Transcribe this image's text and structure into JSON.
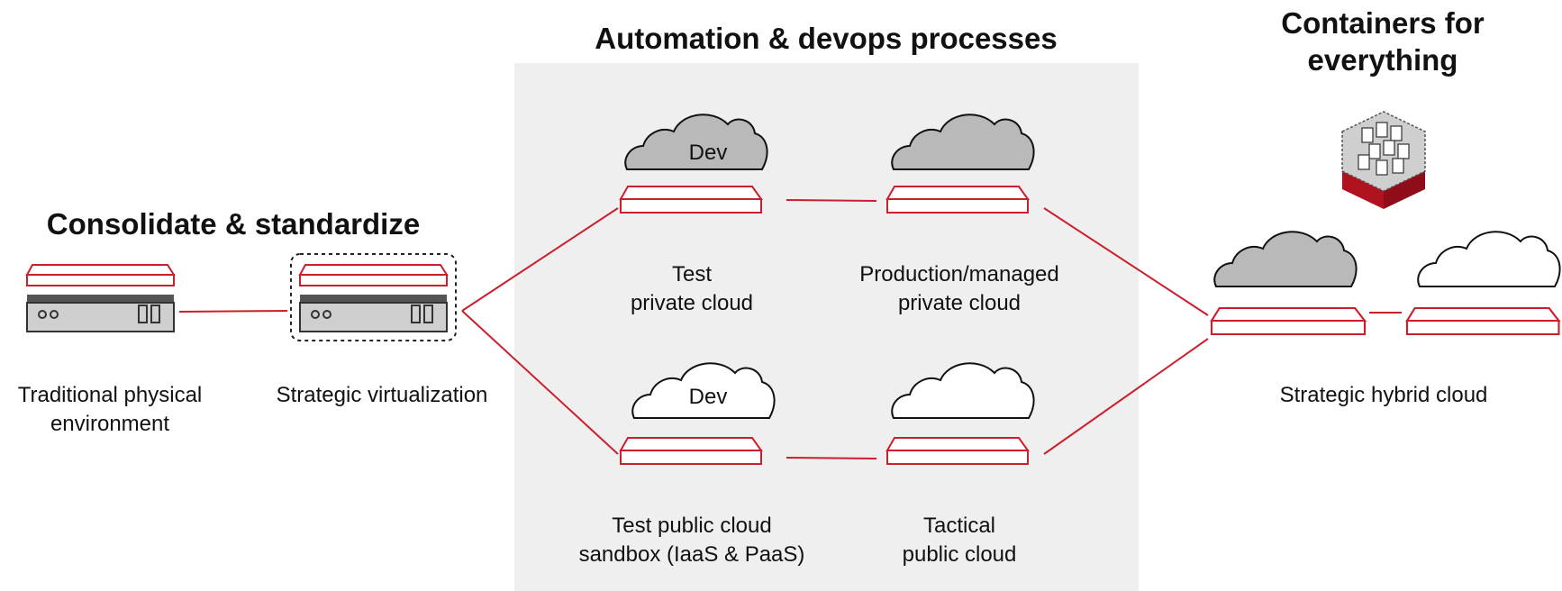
{
  "headings": {
    "automation": "Automation & devops processes",
    "containers_line1": "Containers for",
    "containers_line2": "everything",
    "consolidate": "Consolidate & standardize"
  },
  "labels": {
    "traditional_line1": "Traditional physical",
    "traditional_line2": "environment",
    "strategic_virtualization": "Strategic virtualization",
    "test_private_line1": "Test",
    "test_private_line2": "private cloud",
    "production_line1": "Production/managed",
    "production_line2": "private cloud",
    "test_public_line1": "Test public cloud",
    "test_public_line2": "sandbox (IaaS & PaaS)",
    "tactical_line1": "Tactical",
    "tactical_line2": "public cloud",
    "strategic_hybrid": "Strategic hybrid cloud"
  },
  "clouds": {
    "dev_top": "Dev",
    "dev_bottom": "Dev"
  },
  "colors": {
    "accent_red": "#cc1f2d",
    "panel_gray": "#efefef",
    "cloud_gray": "#b9b9b9",
    "server_gray": "#cfcfcf"
  },
  "icons": [
    "server-icon",
    "virtual-server-icon",
    "cloud-icon",
    "platform-icon",
    "container-cube-icon"
  ]
}
